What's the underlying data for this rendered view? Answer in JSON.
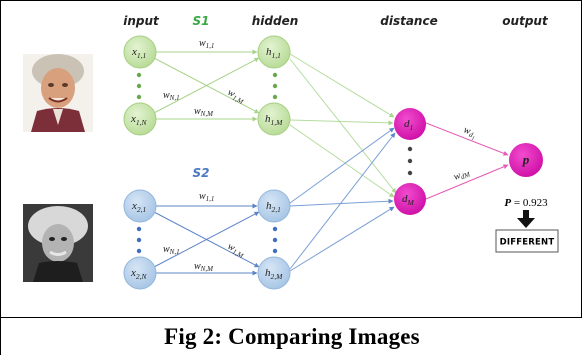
{
  "colors": {
    "green_node": "#c8e6a8",
    "green_stroke": "#a6cf82",
    "blue_node": "#b6d0ea",
    "blue_stroke": "#93b6dc",
    "magenta_node": "#e01cb8",
    "green_edge": "#a7d48a",
    "blue_edge": "#5c84c6",
    "magenta_edge": "#e45ab5",
    "dot_green": "#6aa84f",
    "dot_blue": "#3d6ec0",
    "s1_color": "#39a845",
    "s2_color": "#4a78c2"
  },
  "columns": {
    "input": "input",
    "hidden": "hidden",
    "distance": "distance",
    "output": "output"
  },
  "groups": {
    "s1": "S1",
    "s2": "S2"
  },
  "nodes": {
    "x11": {
      "base": "x",
      "sub": "1,1"
    },
    "x1N": {
      "base": "x",
      "sub": "1,N"
    },
    "h11": {
      "base": "h",
      "sub": "1,1"
    },
    "h1M": {
      "base": "h",
      "sub": "1,M"
    },
    "x21": {
      "base": "x",
      "sub": "2,1"
    },
    "x2N": {
      "base": "x",
      "sub": "2,N"
    },
    "h21": {
      "base": "h",
      "sub": "2,1"
    },
    "h2M": {
      "base": "h",
      "sub": "2,M"
    },
    "d1": {
      "base": "d",
      "sub": "1"
    },
    "dM": {
      "base": "d",
      "sub": "M"
    },
    "p": {
      "base": "p"
    }
  },
  "weights": {
    "w11_top": {
      "base": "w",
      "sub": "1,1"
    },
    "wN1_top": {
      "base": "w",
      "sub": "N,1"
    },
    "w1M_top": {
      "base": "w",
      "sub": "1,M"
    },
    "wNM_top": {
      "base": "w",
      "sub": "N,M"
    },
    "w11_bot": {
      "base": "w",
      "sub": "1,1"
    },
    "wN1_bot": {
      "base": "w",
      "sub": "N,1"
    },
    "w1M_bot": {
      "base": "w",
      "sub": "1,M"
    },
    "wNM_bot": {
      "base": "w",
      "sub": "N,M"
    },
    "wd1": {
      "base": "w",
      "sub": "d",
      "subsub": "1"
    },
    "wdM": {
      "base": "w",
      "sub": "dM"
    }
  },
  "output_value": {
    "symbol": "P",
    "text": " = 0.923"
  },
  "decision": "DIFFERENT",
  "caption": "Fig 2: Comparing Images"
}
